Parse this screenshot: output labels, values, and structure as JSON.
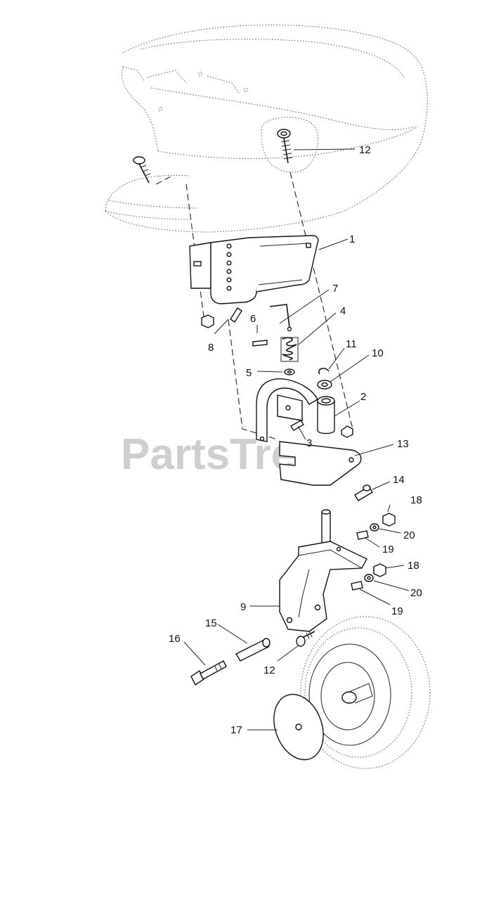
{
  "watermark": "PartsTree",
  "callouts": {
    "c1": "1",
    "c2": "2",
    "c3": "3",
    "c4": "4",
    "c5": "5",
    "c6": "6",
    "c7": "7",
    "c8": "8",
    "c9": "9",
    "c10": "10",
    "c11": "11",
    "c12a": "12",
    "c12b": "12",
    "c13": "13",
    "c14": "14",
    "c15": "15",
    "c16": "16",
    "c17": "17",
    "c18a": "18",
    "c18b": "18",
    "c19a": "19",
    "c19b": "19",
    "c20a": "20",
    "c20b": "20"
  }
}
